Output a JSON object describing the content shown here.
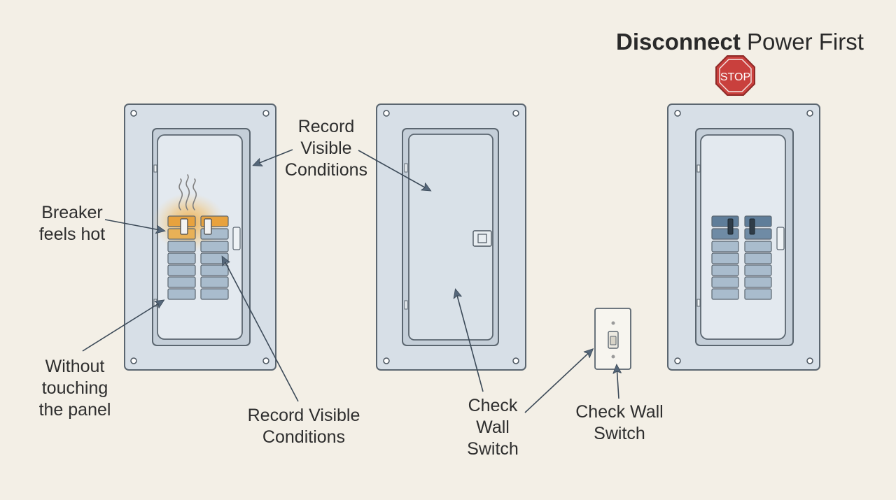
{
  "title": {
    "bold": "Disconnect",
    "rest": "Power First"
  },
  "stop_sign": {
    "text": "STOP",
    "color": "#c9403d"
  },
  "labels": {
    "record_top": "Record\nVisible\nConditions",
    "breaker_hot": "Breaker\nfeels hot",
    "without_touching": "Without\ntouching\nthe panel",
    "record_bottom": "Record Visible\nConditions",
    "check_switch_left": "Check\nWall\nSwitch",
    "check_switch_right": "Check Wall\nSwitch"
  },
  "colors": {
    "background": "#f3efe6",
    "panel": "#d7dfe7",
    "panel_stroke": "#5b6670",
    "breaker": "#a9bccd",
    "breaker_dark": "#5f7d99",
    "hot_glow": "#f2a531",
    "arrow": "#55677a"
  },
  "icons": [
    "stop-sign-icon",
    "heat-waves-icon",
    "wall-switch-icon",
    "arrow-icon"
  ]
}
